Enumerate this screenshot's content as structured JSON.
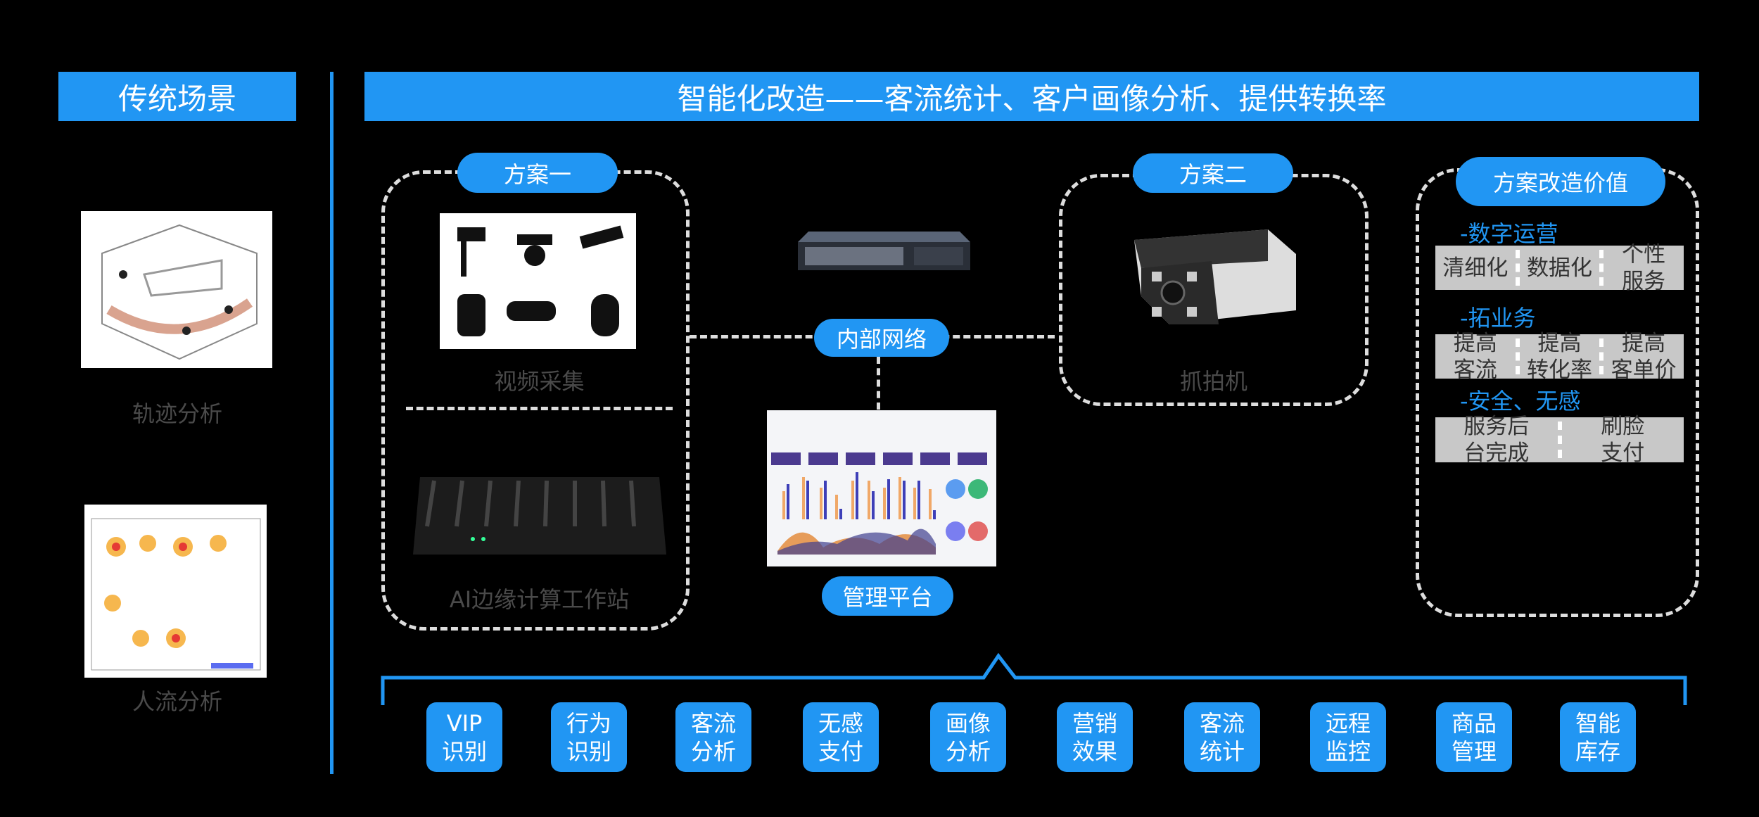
{
  "left": {
    "title": "传统场景",
    "items": [
      {
        "label": "轨迹分析"
      },
      {
        "label": "人流分析"
      }
    ]
  },
  "main": {
    "title": "智能化改造——客流统计、客户画像分析、提供转换率"
  },
  "scheme1": {
    "title": "方案一",
    "video_label": "视频采集",
    "edge_label": "AI边缘计算工作站"
  },
  "network": {
    "label": "内部网络"
  },
  "platform": {
    "label": "管理平台"
  },
  "scheme2": {
    "title": "方案二",
    "camera_label": "抓拍机"
  },
  "value": {
    "title": "方案改造价值",
    "groups": [
      {
        "heading": "-数字运营",
        "cells": [
          [
            "清细化"
          ],
          [
            "数据化"
          ],
          [
            "个性",
            "服务"
          ]
        ]
      },
      {
        "heading": "-拓业务",
        "cells": [
          [
            "提高",
            "客流"
          ],
          [
            "提高",
            "转化率"
          ],
          [
            "提高",
            "客单价"
          ]
        ]
      },
      {
        "heading": "-安全、无感",
        "cells": [
          [
            "服务后",
            "台完成"
          ],
          [
            "刷脸",
            "支付"
          ]
        ]
      }
    ]
  },
  "features": [
    [
      "VIP",
      "识别"
    ],
    [
      "行为",
      "识别"
    ],
    [
      "客流",
      "分析"
    ],
    [
      "无感",
      "支付"
    ],
    [
      "画像",
      "分析"
    ],
    [
      "营销",
      "效果"
    ],
    [
      "客流",
      "统计"
    ],
    [
      "远程",
      "监控"
    ],
    [
      "商品",
      "管理"
    ],
    [
      "智能",
      "库存"
    ]
  ],
  "colors": {
    "accent": "#2196f3",
    "panel": "#c8c8c8"
  }
}
